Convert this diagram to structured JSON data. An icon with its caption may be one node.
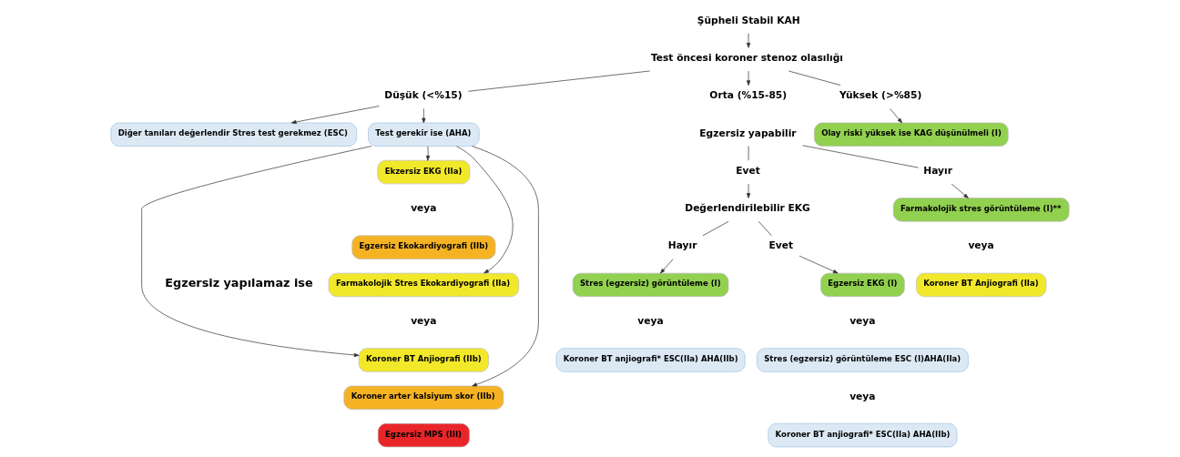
{
  "diagram": {
    "nodes": [
      {
        "text": [
          "Şüpheli Stabil KAH"
        ]
      },
      {
        "text": [
          "Test öncesi koroner stenoz olasılığı"
        ]
      },
      {
        "text": [
          "Düşük (<%15)"
        ]
      },
      {
        "text": [
          "Orta (%15-85)"
        ]
      },
      {
        "text": [
          "Yüksek (>%85)"
        ]
      },
      {
        "text": [
          "Diğer tanıları değerlendir Stres test gerekmez (ESC)"
        ]
      },
      {
        "text": [
          "Test gerekir ise (AHA)"
        ]
      },
      {
        "text": [
          "Egzersiz yapabilir"
        ]
      },
      {
        "text": [
          "Olay riski yüksek ise KAG düşünülmeli (I)"
        ]
      },
      {
        "text": [
          "Evet"
        ]
      },
      {
        "text": [
          "Hayır"
        ]
      },
      {
        "text": [
          "Değerlendirilebilir EKG"
        ]
      },
      {
        "text": [
          "Farmakolojik stres görüntüleme (I)**"
        ]
      },
      {
        "text": [
          "Evet"
        ]
      },
      {
        "text": [
          "Hayır"
        ]
      },
      {
        "text": [
          "Egzersiz EKG (I)"
        ]
      },
      {
        "text": [
          "Stres (egzersiz) görüntüleme (I)"
        ]
      },
      {
        "text": [
          "Stres (egzersiz) görüntüleme ESC (I)AHA(IIa)"
        ]
      },
      {
        "text": [
          "Koroner BT anjiografi* ESC(IIa) AHA(IIb)"
        ]
      },
      {
        "text": [
          "Koroner BT anjiografi* ESC(IIa) AHA(IIb)"
        ]
      },
      {
        "text": [
          "Koroner BT Anjiografi (IIa)"
        ]
      },
      {
        "text": [
          "Ekzersiz EKG (IIa)"
        ]
      },
      {
        "text": [
          "Egzersiz Ekokardiyografi (IIb)"
        ]
      },
      {
        "text": [
          "Farmakolojik Stres Ekokardiyografi (IIa)"
        ]
      },
      {
        "text": [
          "Koroner BT Anjiografi (IIb)"
        ]
      },
      {
        "text": [
          "Koroner arter kalsiyum skor (IIb)"
        ]
      },
      {
        "text": [
          "Egzersiz MPS (III)"
        ]
      }
    ],
    "edges": [
      {
        "from": 0,
        "to": 1,
        "arrow": "to"
      },
      {
        "from": 1,
        "to": 2,
        "arrow": "none"
      },
      {
        "from": 1,
        "to": 3,
        "arrow": "to"
      },
      {
        "from": 1,
        "to": 4,
        "arrow": "none"
      },
      {
        "from": 2,
        "to": 5,
        "arrow": "to"
      },
      {
        "from": 2,
        "to": 6,
        "arrow": "to"
      },
      {
        "from": 4,
        "to": 8,
        "arrow": "to"
      },
      {
        "from": 7,
        "to": 9,
        "arrow": "none"
      },
      {
        "from": 7,
        "to": 10,
        "arrow": "none"
      },
      {
        "from": 9,
        "to": 11,
        "arrow": "to"
      },
      {
        "from": 10,
        "to": 12,
        "arrow": "to"
      },
      {
        "from": 11,
        "to": 13,
        "arrow": "none"
      },
      {
        "from": 11,
        "to": 14,
        "arrow": "none"
      },
      {
        "from": 13,
        "to": 15,
        "arrow": "to"
      },
      {
        "from": 14,
        "to": 16,
        "arrow": "to"
      },
      {
        "from": 6,
        "to": 21,
        "arrow": "to"
      },
      {
        "from": 6,
        "to": 23,
        "arrow": "to"
      },
      {
        "from": 6,
        "to": 24,
        "arrow": "to"
      },
      {
        "from": 6,
        "to": 25,
        "arrow": "to"
      }
    ],
    "labels": [
      "Egzersiz yapılamaz ise",
      "veya",
      "veya",
      "veya",
      "veya",
      "veya",
      "veya"
    ]
  }
}
